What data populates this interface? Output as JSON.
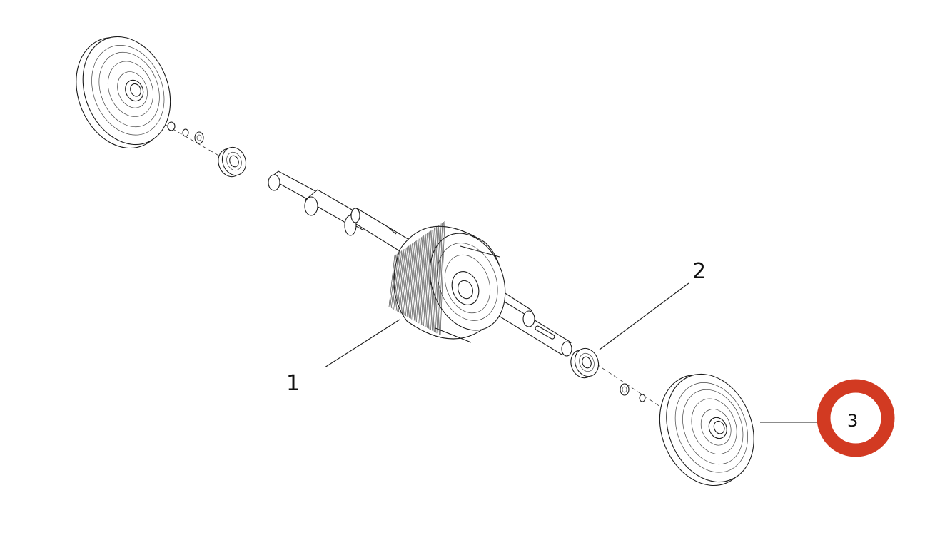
{
  "diagram": {
    "callouts": [
      {
        "id": "1",
        "label": "1",
        "part": "roller-assembly"
      },
      {
        "id": "2",
        "label": "2",
        "part": "bearing"
      },
      {
        "id": "3",
        "label": "3",
        "part": "wheel",
        "highlighted": true
      }
    ],
    "colors": {
      "highlight_ring": "#d23a22",
      "line": "#1a1a1a",
      "background": "#ffffff"
    }
  }
}
